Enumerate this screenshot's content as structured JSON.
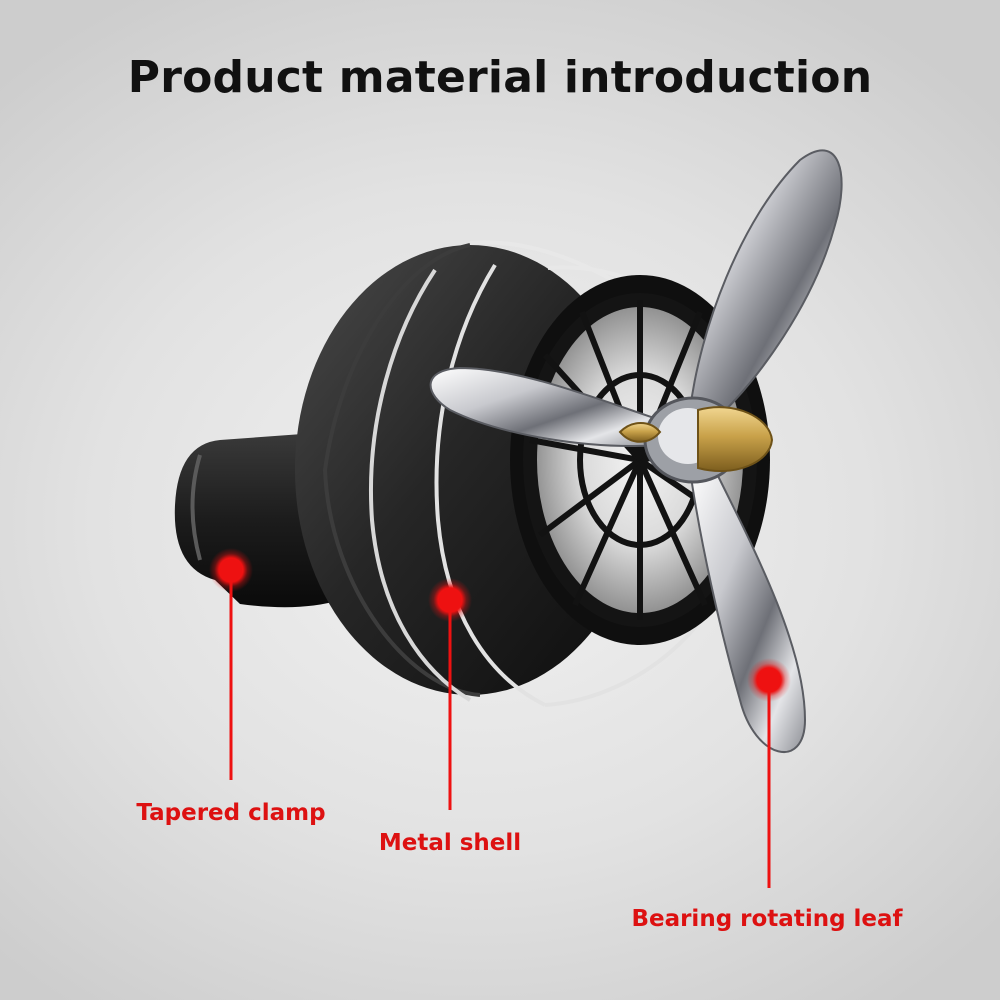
{
  "title": "Product material introduction",
  "callouts": [
    {
      "id": "clamp",
      "label": "Tapered clamp"
    },
    {
      "id": "shell",
      "label": "Metal shell"
    },
    {
      "id": "leaf",
      "label": "Bearing rotating leaf"
    }
  ],
  "colors": {
    "accent": "#dd1111",
    "title": "#111111",
    "body": "#222222",
    "chrome": "#cfcfd4",
    "brass": "#c9a24a"
  }
}
